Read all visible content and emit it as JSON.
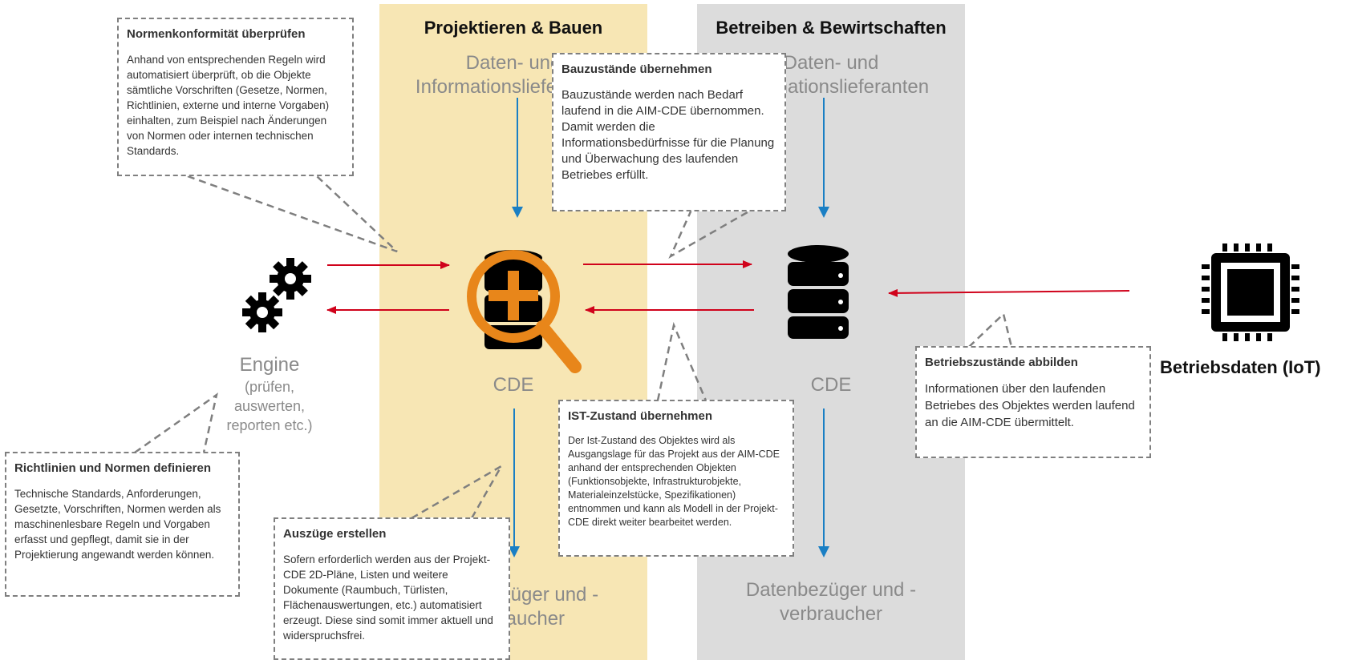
{
  "phases": {
    "projektieren": {
      "title": "Projektieren & Bauen"
    },
    "betreiben": {
      "title": "Betreiben & Bewirtschaften"
    }
  },
  "labels": {
    "lieferanten_left_1": "Daten- und",
    "lieferanten_left_2": "Informationslieferanten",
    "lieferanten_right_1": "Daten- und",
    "lieferanten_right_2": "Informationslieferanten",
    "cde_left": "CDE",
    "cde_right": "CDE",
    "bezueger_left_1": "Datenbezüger und -",
    "bezueger_left_2": "verbraucher",
    "bezueger_right_1": "Datenbezüger und -",
    "bezueger_right_2": "verbraucher",
    "engine": "Engine",
    "engine_sub_1": "(prüfen,",
    "engine_sub_2": "auswerten,",
    "engine_sub_3": "reporten etc.)",
    "iot": "Betriebsdaten (IoT)"
  },
  "callouts": {
    "normenkonformitaet": {
      "title": "Normenkonformität überprüfen",
      "body": "Anhand von entsprechenden Regeln wird automatisiert überprüft, ob die Objekte sämtliche Vorschriften (Gesetze, Normen, Richtlinien, externe und interne Vorgaben) einhalten, zum Beispiel nach Änderungen von Normen oder internen technischen Standards."
    },
    "bauzustaende": {
      "title": "Bauzustände übernehmen",
      "body": "Bauzustände werden nach Bedarf laufend in die AIM-CDE übernommen. Damit werden die Informationsbedürfnisse für die Planung und Überwachung des laufenden Betriebes erfüllt."
    },
    "richtlinien": {
      "title": "Richtlinien und Normen definieren",
      "body": "Technische Standards, Anforderungen, Gesetzte, Vorschriften, Normen werden als maschinenlesbare Regeln und Vorgaben erfasst und gepflegt, damit sie in der Projektierung angewandt werden können."
    },
    "auszuege": {
      "title": "Auszüge erstellen",
      "body": "Sofern erforderlich werden aus der Projekt-CDE 2D-Pläne, Listen und weitere Dokumente (Raumbuch, Türlisten, Flächenauswertungen, etc.) automatisiert erzeugt. Diese sind somit immer aktuell und widerspruchsfrei."
    },
    "ist_zustand": {
      "title": "IST-Zustand übernehmen",
      "body": "Der Ist-Zustand des Objektes wird als Ausgangslage für das Projekt aus der AIM-CDE anhand der entsprechenden Objekten (Funktionsobjekte, Infrastrukturobjekte, Materialeinzelstücke, Spezifikationen) entnommen und kann als Modell in der Projekt-CDE direkt weiter bearbeitet werden."
    },
    "betriebszustaende": {
      "title": "Betriebszustände abbilden",
      "body": "Informationen über den laufenden Betriebes des Objektes werden laufend an die AIM-CDE übermittelt."
    }
  },
  "icons": {
    "engine": "gears-icon",
    "cde_project": "database-search-icon",
    "cde_operation": "database-icon",
    "iot": "chip-icon"
  },
  "colors": {
    "project_band": "#f7e6b4",
    "operation_band": "#dcdcdc",
    "red_arrow": "#d0021b",
    "blue_arrow": "#1a7fc4",
    "magnifier": "#e8861a"
  }
}
